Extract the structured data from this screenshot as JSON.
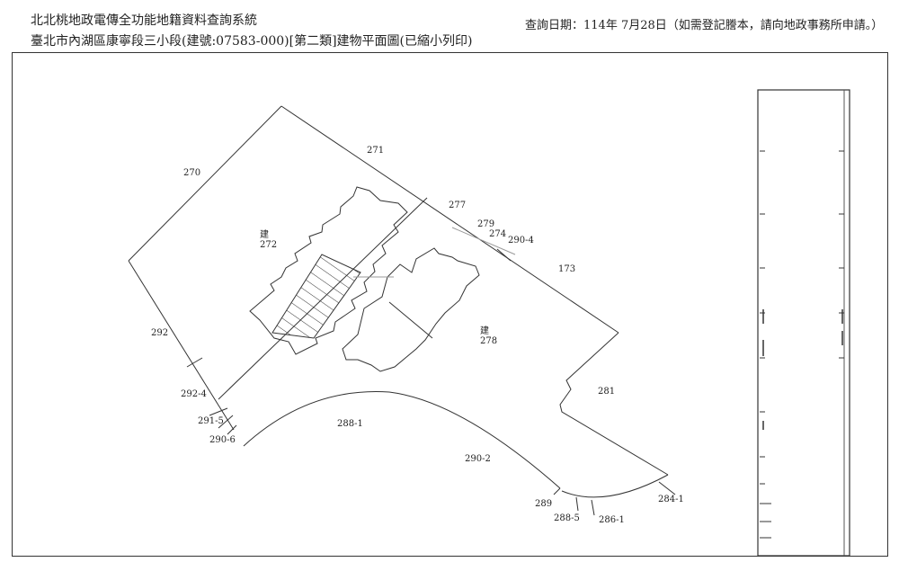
{
  "header": {
    "system_title": "北北桃地政電傳全功能地籍資料查詢系統",
    "subtitle": "臺北市內湖區康寧段三小段(建號:07583-000)[第二類]建物平面圖(已縮小列印)",
    "query_date": "查詢日期：114年 7月28日（如需登記謄本，請向地政事務所申請。）"
  },
  "parcels": {
    "p270": "270",
    "p271": "271",
    "p277": "277",
    "p279": "279",
    "p274": "274",
    "p290_4": "290-4",
    "p173": "173",
    "p272": "272",
    "p278": "278",
    "p292": "292",
    "p292_4": "292-4",
    "p291_5": "291-5",
    "p290_6": "290-6",
    "p288_1": "288-1",
    "p290_2": "290-2",
    "p281": "281",
    "p289": "289",
    "p288_5": "288-5",
    "p286_1": "286-1",
    "p284_1": "284-1"
  },
  "building_marks": {
    "b272": "建",
    "b278": "建"
  }
}
